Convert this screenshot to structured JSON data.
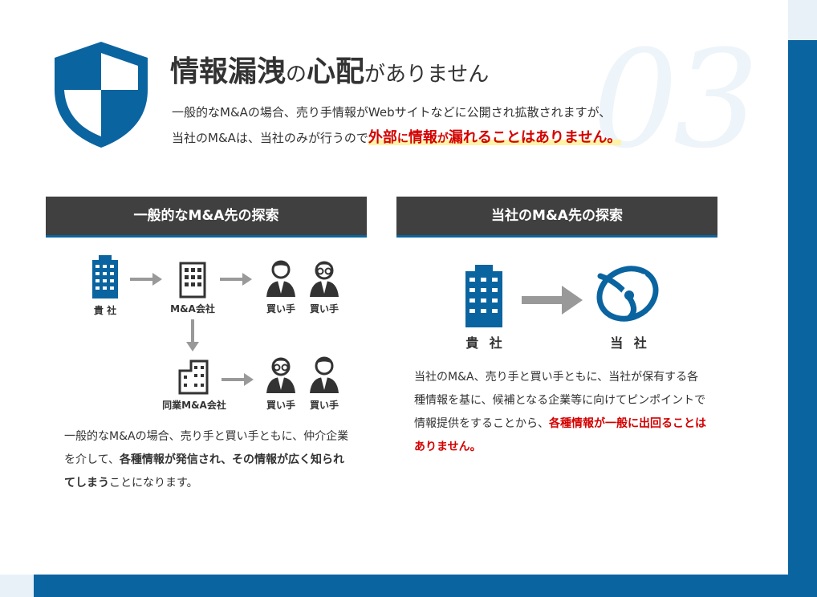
{
  "section_number": "03",
  "title": {
    "part1": "情報漏洩",
    "part2": "の",
    "part3": "心配",
    "part4": "がありません"
  },
  "lead": {
    "line1": "一般的なM&Aの場合、売り手情報がWebサイトなどに公開され拡散されますが、",
    "line2_prefix": "当社のM&Aは、当社のみが行うので",
    "hl_1": "外部",
    "hl_2": "に",
    "hl_3": "情報",
    "hl_4": "が",
    "hl_5": "漏れることはありません。"
  },
  "general": {
    "heading": "一般的なM&A先の探索",
    "label_you": "貴 社",
    "label_ma": "M&A会社",
    "label_buyer": "買い手",
    "label_peer": "同業M&A会社",
    "desc_1": "一般的なM&Aの場合、売り手と買い手ともに、仲介企業を介して、",
    "desc_bold": "各種情報が発信され、その情報が広く知られてしまう",
    "desc_2": "ことになります。"
  },
  "ours": {
    "heading": "当社のM&A先の探索",
    "label_you": "貴 社",
    "label_us": "当 社",
    "desc_1": "当社のM&A、売り手と買い手ともに、当社が保有する各種情報を基に、候補となる企業等に向けてピンポイントで情報提供をすることから、",
    "desc_red": "各種情報が一般に出回ることはありません。"
  },
  "colors": {
    "brand_blue": "#0a64a0",
    "heading_gray": "#404040",
    "alert_red": "#d40000",
    "highlight_yellow": "#fff3a8"
  }
}
